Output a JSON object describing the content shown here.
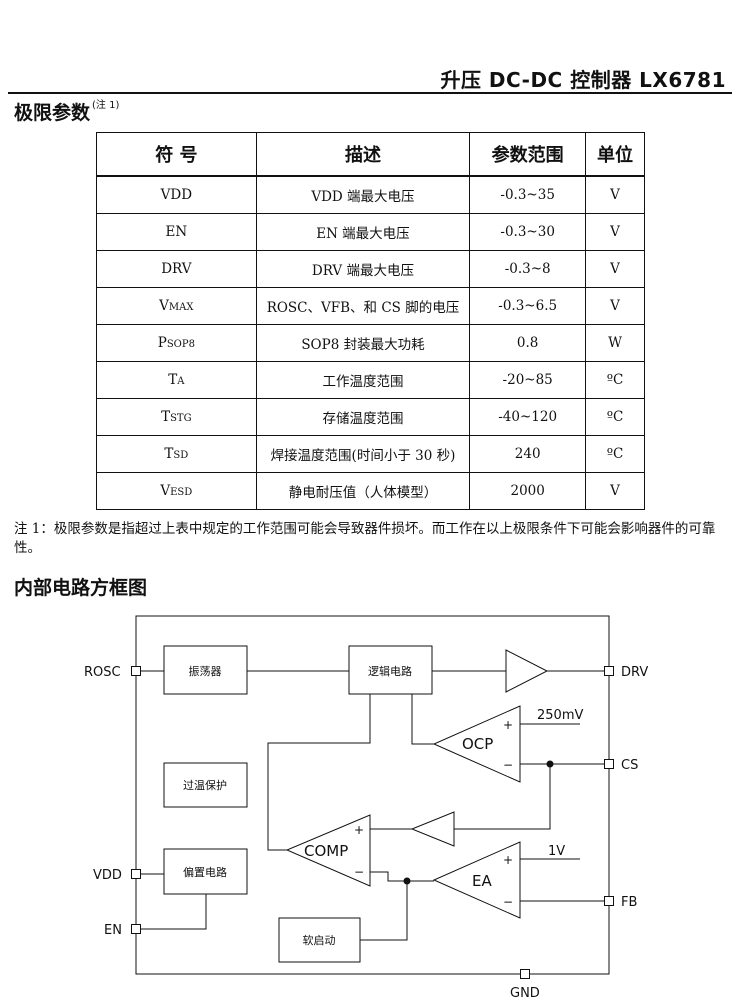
{
  "header": {
    "title": "升压 DC-DC 控制器 LX6781"
  },
  "limits_section": {
    "title": "极限参数",
    "note_ref": "(注 1)"
  },
  "table": {
    "headers": [
      "符 号",
      "描述",
      "参数范围",
      "单位"
    ],
    "rows": [
      {
        "sym": "VDD",
        "sub": "",
        "desc": "VDD 端最大电压",
        "range": "-0.3~35",
        "unit": "V"
      },
      {
        "sym": "EN",
        "sub": "",
        "desc": "EN 端最大电压",
        "range": "-0.3~30",
        "unit": "V"
      },
      {
        "sym": "DRV",
        "sub": "",
        "desc": "DRV 端最大电压",
        "range": "-0.3~8",
        "unit": "V"
      },
      {
        "sym": "V",
        "sub": "MAX",
        "desc": "ROSC、VFB、和 CS 脚的电压",
        "range": "-0.3~6.5",
        "unit": "V"
      },
      {
        "sym": "P",
        "sub": "SOP8",
        "desc": "SOP8 封装最大功耗",
        "range": "0.8",
        "unit": "W"
      },
      {
        "sym": "T",
        "sub": "A",
        "desc": "工作温度范围",
        "range": "-20~85",
        "unit": "ºC"
      },
      {
        "sym": "T",
        "sub": "STG",
        "desc": "存储温度范围",
        "range": "-40~120",
        "unit": "ºC"
      },
      {
        "sym": "T",
        "sub": "SD",
        "desc": "焊接温度范围(时间小于 30 秒)",
        "range": "240",
        "unit": "ºC"
      },
      {
        "sym": "V",
        "sub": "ESD",
        "desc": "静电耐压值（人体模型）",
        "range": "2000",
        "unit": "V"
      }
    ]
  },
  "note": "注 1：极限参数是指超过上表中规定的工作范围可能会导致器件损坏。而工作在以上极限条件下可能会影响器件的可靠性。",
  "block_section": {
    "title": "内部电路方框图"
  },
  "diagram": {
    "pins": {
      "rosc": "ROSC",
      "vdd": "VDD",
      "en": "EN",
      "drv": "DRV",
      "cs": "CS",
      "fb": "FB",
      "gnd": "GND"
    },
    "blocks": {
      "oscillator": "振荡器",
      "logic": "逻辑电路",
      "otp": "过温保护",
      "bias": "偏置电路",
      "softstart": "软启动"
    },
    "comparators": {
      "ocp": "OCP",
      "comp": "COMP",
      "ea": "EA"
    },
    "refs": {
      "ocp_ref": "250mV",
      "ea_ref": "1V"
    },
    "signs": {
      "plus": "+",
      "minus": "−"
    }
  }
}
